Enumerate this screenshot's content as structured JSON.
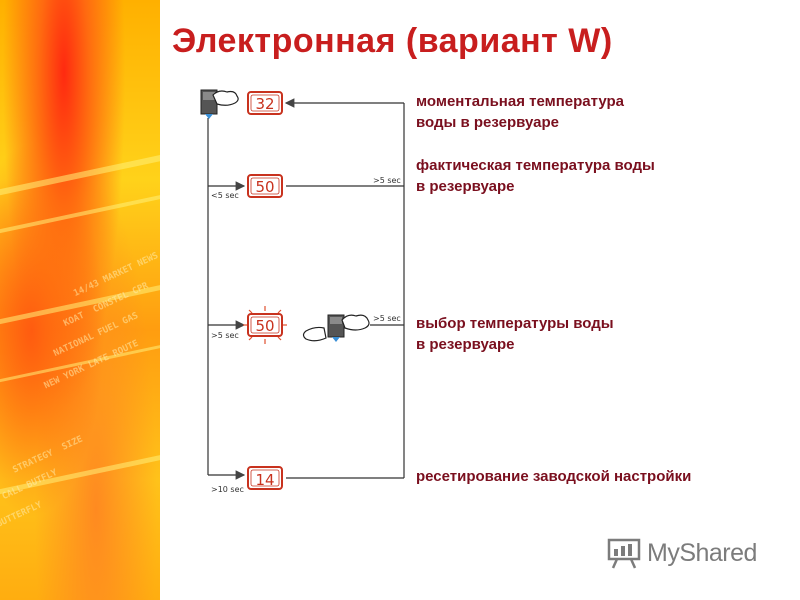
{
  "title": "Электронная (вариант W)",
  "displays": [
    "32",
    "50",
    "50",
    "14"
  ],
  "timers": {
    "lt5": "<5 sec",
    "gt5_top": ">5 sec",
    "gt5_left": ">5 sec",
    "gt5_right": ">5 sec",
    "gt10": ">10 sec"
  },
  "descriptions": {
    "instant": [
      "моментальная температура",
      "воды в резервуаре"
    ],
    "actual": [
      "фактическая температура воды",
      "в резервуаре"
    ],
    "select": [
      "выбор температуры воды",
      "в резервуаре"
    ],
    "reset": "ресетирование заводской настройки"
  },
  "watermark": "MyShared",
  "colors": {
    "title": "#c81e1e",
    "text": "#7a0f1e",
    "display": "#c8321e"
  },
  "icons": [
    "hand-press-icon",
    "digital-display-icon",
    "arrow-icon",
    "presentation-board-icon"
  ]
}
